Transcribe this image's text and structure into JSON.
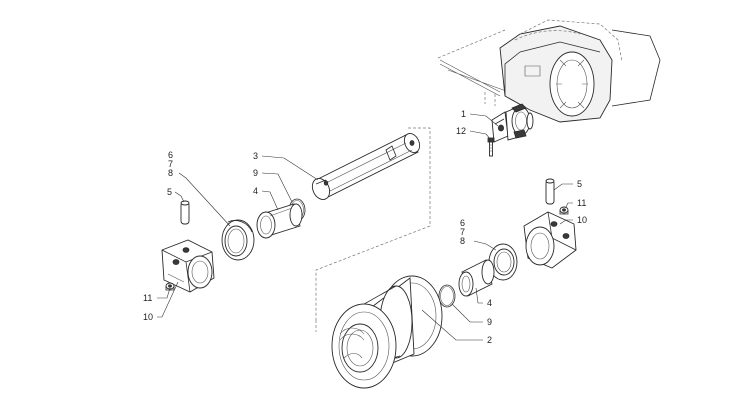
{
  "callouts": {
    "part_1": "1",
    "part_12": "12",
    "part_3": "3",
    "part_9_upper": "9",
    "part_4_upper": "4",
    "part_6_left": "6",
    "part_7_left": "7",
    "part_8_left": "8",
    "part_5_left": "5",
    "part_11_left": "11",
    "part_10_left": "10",
    "part_5_right": "5",
    "part_11_right": "11",
    "part_10_right": "10",
    "part_6_right": "6",
    "part_7_right": "7",
    "part_8_right": "8",
    "part_4_lower": "4",
    "part_9_lower": "9",
    "part_2": "2"
  },
  "colors": {
    "line": "#2a2a2a",
    "background": "#ffffff"
  }
}
